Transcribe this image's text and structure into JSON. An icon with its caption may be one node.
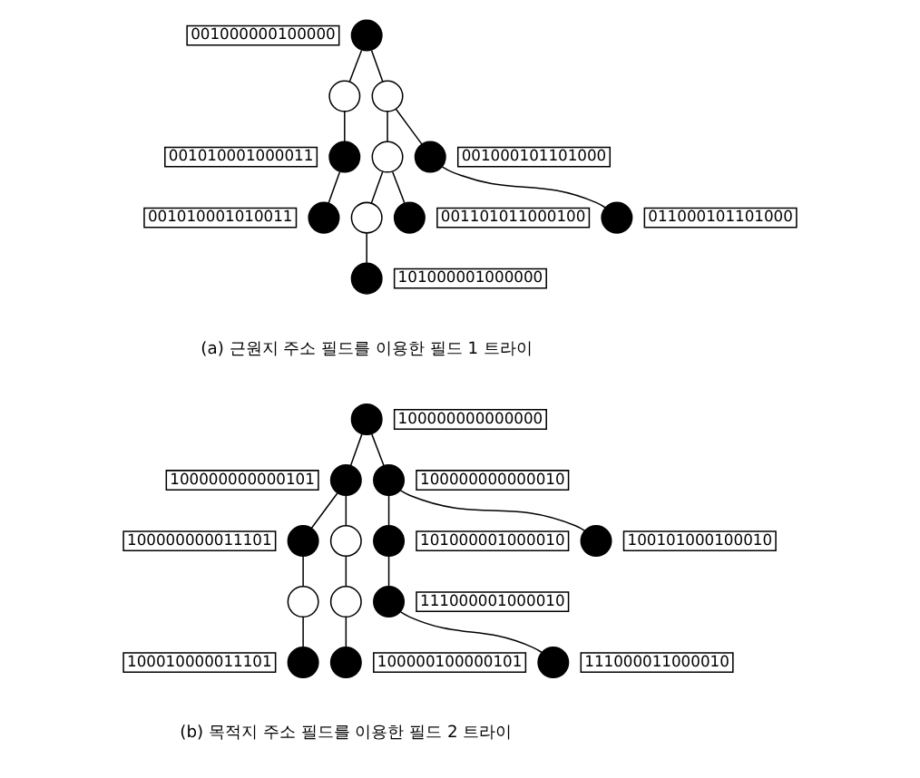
{
  "diagram": {
    "nodes": [
      {
        "text": [],
        "shape": "circle",
        "beside": [
          "001000000100000"
        ]
      },
      {
        "text": [],
        "shape": "circle"
      },
      {
        "text": [],
        "shape": "circle"
      },
      {
        "text": [],
        "shape": "circle",
        "beside": [
          "001010001000011"
        ]
      },
      {
        "text": [],
        "shape": "circle"
      },
      {
        "text": [],
        "shape": "circle",
        "beside": [
          "001000101101000"
        ]
      },
      {
        "text": [],
        "shape": "circle",
        "beside": [
          "001010001010011"
        ]
      },
      {
        "text": [],
        "shape": "circle"
      },
      {
        "text": [],
        "shape": "circle",
        "beside": [
          "001101011000100"
        ]
      },
      {
        "text": [],
        "shape": "circle",
        "beside": [
          "011000101101000"
        ]
      },
      {
        "text": [],
        "shape": "circle",
        "beside": [
          "101000001000000"
        ]
      },
      {
        "text": [],
        "shape": "circle",
        "beside": [
          "100000000000000"
        ]
      },
      {
        "text": [],
        "shape": "circle",
        "beside": [
          "100000000000101"
        ]
      },
      {
        "text": [],
        "shape": "circle",
        "beside": [
          "100000000000010"
        ]
      },
      {
        "text": [],
        "shape": "circle",
        "beside": [
          "100000000011101"
        ]
      },
      {
        "text": [],
        "shape": "circle"
      },
      {
        "text": [],
        "shape": "circle",
        "beside": [
          "101000001000010"
        ]
      },
      {
        "text": [],
        "shape": "circle",
        "beside": [
          "100101000100010"
        ]
      },
      {
        "text": [],
        "shape": "circle"
      },
      {
        "text": [],
        "shape": "circle"
      },
      {
        "text": [],
        "shape": "circle",
        "beside": [
          "111000001000010"
        ]
      },
      {
        "text": [],
        "shape": "circle",
        "beside": [
          "100010000011101"
        ]
      },
      {
        "text": [],
        "shape": "circle",
        "beside": [
          "100000100000101"
        ]
      },
      {
        "text": [],
        "shape": "circle",
        "beside": [
          "111000011000010"
        ]
      }
    ],
    "edges": [
      {
        "from": 0,
        "to": 1,
        "arrow": "none"
      },
      {
        "from": 0,
        "to": 2,
        "arrow": "none"
      },
      {
        "from": 1,
        "to": 3,
        "arrow": "none"
      },
      {
        "from": 2,
        "to": 4,
        "arrow": "none"
      },
      {
        "from": 2,
        "to": 5,
        "arrow": "none"
      },
      {
        "from": 3,
        "to": 6,
        "arrow": "none"
      },
      {
        "from": 4,
        "to": 7,
        "arrow": "none"
      },
      {
        "from": 4,
        "to": 8,
        "arrow": "none"
      },
      {
        "from": 5,
        "to": 9,
        "arrow": "none"
      },
      {
        "from": 7,
        "to": 10,
        "arrow": "none"
      },
      {
        "from": 11,
        "to": 12,
        "arrow": "none"
      },
      {
        "from": 11,
        "to": 13,
        "arrow": "none"
      },
      {
        "from": 12,
        "to": 14,
        "arrow": "none"
      },
      {
        "from": 12,
        "to": 15,
        "arrow": "none"
      },
      {
        "from": 13,
        "to": 16,
        "arrow": "none"
      },
      {
        "from": 13,
        "to": 17,
        "arrow": "none"
      },
      {
        "from": 14,
        "to": 18,
        "arrow": "none"
      },
      {
        "from": 15,
        "to": 19,
        "arrow": "none"
      },
      {
        "from": 16,
        "to": 20,
        "arrow": "none"
      },
      {
        "from": 18,
        "to": 21,
        "arrow": "none"
      },
      {
        "from": 19,
        "to": 22,
        "arrow": "none"
      },
      {
        "from": 20,
        "to": 23,
        "arrow": "none"
      }
    ],
    "labels": [
      "(a) 근원지 주소 필드를 이용한 필드 1 트라이",
      "(b) 목적지 주소 필드를 이용한 필드 2 트라이"
    ]
  }
}
